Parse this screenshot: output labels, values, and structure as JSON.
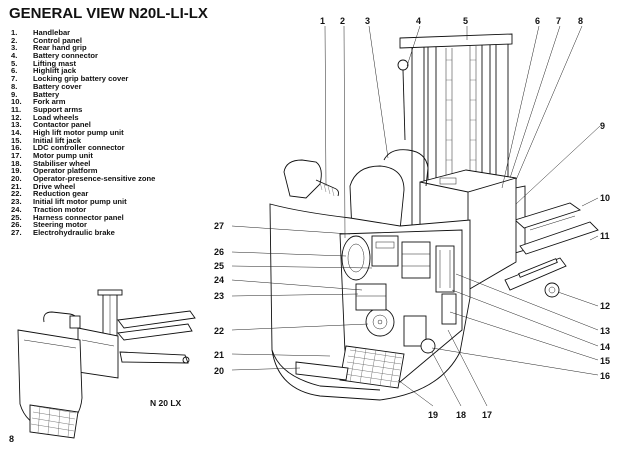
{
  "title": "GENERAL VIEW N20L-LI-LX",
  "parts": [
    {
      "num": "1.",
      "label": "Handlebar"
    },
    {
      "num": "2.",
      "label": "Control panel"
    },
    {
      "num": "3.",
      "label": "Rear hand grip"
    },
    {
      "num": "4.",
      "label": "Battery connector"
    },
    {
      "num": "5.",
      "label": "Lifting mast"
    },
    {
      "num": "6.",
      "label": "Highlift jack"
    },
    {
      "num": "7.",
      "label": "Locking grip battery cover"
    },
    {
      "num": "8.",
      "label": "Battery cover"
    },
    {
      "num": "9.",
      "label": "Battery"
    },
    {
      "num": "10.",
      "label": "Fork arm"
    },
    {
      "num": "11.",
      "label": "Support arms"
    },
    {
      "num": "12.",
      "label": "Load wheels"
    },
    {
      "num": "13.",
      "label": "Contactor panel"
    },
    {
      "num": "14.",
      "label": "High lift motor pump unit"
    },
    {
      "num": "15.",
      "label": "Initial lift jack"
    },
    {
      "num": "16.",
      "label": "LDC controller connector"
    },
    {
      "num": "17.",
      "label": "Motor pump unit"
    },
    {
      "num": "18.",
      "label": "Stabiliser wheel"
    },
    {
      "num": "19.",
      "label": "Operator platform"
    },
    {
      "num": "20.",
      "label": "Operator-presence-sensitive zone"
    },
    {
      "num": "21.",
      "label": "Drive wheel"
    },
    {
      "num": "22.",
      "label": "Reduction gear"
    },
    {
      "num": "23.",
      "label": "Initial lift motor pump unit"
    },
    {
      "num": "24.",
      "label": "Traction motor"
    },
    {
      "num": "25.",
      "label": "Harness connector panel"
    },
    {
      "num": "26.",
      "label": "Steering motor"
    },
    {
      "num": "27.",
      "label": "Electrohydraulic brake"
    }
  ],
  "variant_label": "N 20 LX",
  "page_number": "8",
  "callouts": {
    "c1": "1",
    "c2": "2",
    "c3": "3",
    "c4": "4",
    "c5": "5",
    "c6": "6",
    "c7": "7",
    "c8": "8",
    "c9": "9",
    "c10": "10",
    "c11": "11",
    "c12": "12",
    "c13": "13",
    "c14": "14",
    "c15": "15",
    "c16": "16",
    "c17": "17",
    "c18": "18",
    "c19": "19",
    "c20": "20",
    "c21": "21",
    "c22": "22",
    "c23": "23",
    "c24": "24",
    "c25": "25",
    "c26": "26",
    "c27": "27"
  }
}
